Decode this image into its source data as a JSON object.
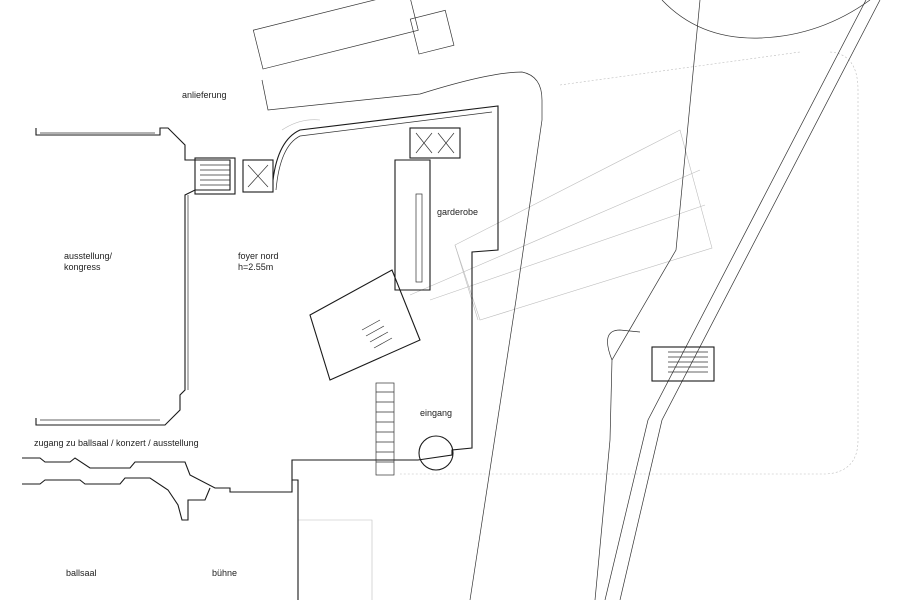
{
  "labels": {
    "anlieferung": "anlieferung",
    "ausstellung_1": "ausstellung/",
    "ausstellung_2": "kongress",
    "foyer_1": "foyer nord",
    "foyer_2": "h=2.55m",
    "garderobe": "garderobe",
    "eingang": "eingang",
    "zugang": "zugang zu ballsaal / konzert / ausstellung",
    "ballsaal": "ballsaal",
    "buehne": "bühne"
  }
}
